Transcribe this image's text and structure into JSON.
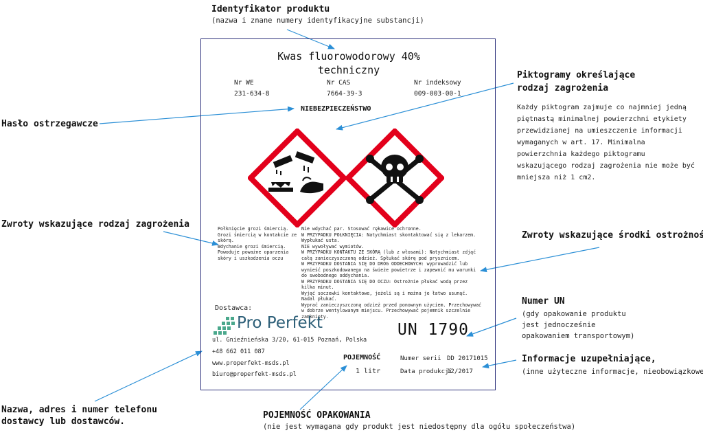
{
  "annotations": {
    "identifier": {
      "title": "Identyfikator produktu",
      "subtitle": "(nazwa i znane numery identyfikacyjne substancji)"
    },
    "pictograms": {
      "title_line1": "Piktogramy określające",
      "title_line2": "rodzaj zagrożenia",
      "body": "Każdy piktogram zajmuje co najmniej jedną piętnastą minimalnej powierzchni etykiety przewidzianej na umieszczenie informacji wymaganych w art. 17. Minimalna powierzchnia każdego piktogramu wskazującego rodzaj zagrożenia nie może być mniejsza niż 1 cm2."
    },
    "signal_word": {
      "title": "Hasło ostrzegawcze"
    },
    "hazard_phrases": {
      "title": "Zwroty wskazujące rodzaj zagrożenia"
    },
    "precaution_phrases": {
      "title": "Zwroty wskazujące środki ostrożności"
    },
    "un_number": {
      "title": "Numer UN",
      "sub1": "(gdy opakowanie produktu",
      "sub2": "jest jednocześnie",
      "sub3": "opakowaniem transportowym)"
    },
    "additional_info": {
      "title": "Informacje uzupełniające,",
      "subtitle": "(inne użyteczne informacje, nieobowiązkowe)"
    },
    "supplier": {
      "line1": "Nazwa, adres i numer telefonu",
      "line2": "dostawcy lub dostawców."
    },
    "capacity": {
      "title": "POJEMNOŚĆ OPAKOWANIA",
      "subtitle": "(nie jest wymagana gdy produkt jest niedostępny dla ogółu społeczeństwa)"
    }
  },
  "label": {
    "product_line1": "Kwas fluorowodorowy 40%",
    "product_line2": "techniczny",
    "ids": [
      {
        "name": "Nr WE",
        "value": "231-634-8"
      },
      {
        "name": "Nr CAS",
        "value": "7664-39-3"
      },
      {
        "name": "Nr indeksowy",
        "value": "009-003-00-1"
      }
    ],
    "signal_word": "NIEBEZPIECZEŃSTWO",
    "pictograms": [
      "corrosion-pictogram",
      "skull-crossbones-pictogram"
    ],
    "hazard_text": "Połknięcie grozi śmiercią.\nGrozi śmiercią w kontakcie ze\nskórą.\nWdychanie grozi śmiercią.\nPowoduje poważne oparzenia\nskóry i uszkodzenia oczu",
    "precaution_text": "Nie wdychać par. Stosować rękawice ochronne.\nW PRZYPADKU POŁKNIĘCIA: Natychmiast skontaktować się z lekarzem. Wypłukać usta.\nNIE wywoływać wymiotów.\nW PRZYPADKU KONTAKTU ZE SKÓRĄ (lub z włosami): Natychmiast zdjąć całą zanieczyszczoną odzież. Spłukać skórę pod prysznicem.\nW PRZYPADKU DOSTANIA SIĘ DO DRÓG ODDECHOWYCH: wyprowadzić lub wynieść poszkodowanego na świeże powietrze i zapewnić mu warunki do swobodnego oddychania.\nW PRZYPADKU DOSTANIA SIĘ DO OCZU: Ostrożnie płukać wodą przez kilka minut.\nWyjąć soczewki kontaktowe, jeżeli są i można je łatwo usunąć. Nadal płukać.\nWyprać zanieczyszczoną odzież przed ponownym użyciem. Przechowywać w dobrze wentylowanym miejscu. Przechowywać pojemnik szczelnie zamknięty.",
    "supplier_label": "Dostawca:",
    "brand": "Pro Perfekt",
    "address": "ul. Gnieźnieńska 3/20, 61-015 Poznań, Polska",
    "phone": "+48 662 011 087",
    "website": "www.properfekt-msds.pl",
    "email": "biuro@properfekt-msds.pl",
    "un_number": "UN 1790",
    "capacity_label": "POJEMNOŚĆ",
    "capacity_value": "1 litr",
    "batch_label": "Numer serii",
    "batch_value": "DD 20171015",
    "prod_date_label": "Data produkcji",
    "prod_date_value": "12/2017"
  },
  "colors": {
    "arrow": "#2b8fd6",
    "border": "#2b2f7a",
    "pictogram_red": "#e3001b",
    "brand": "#2d5f78"
  }
}
